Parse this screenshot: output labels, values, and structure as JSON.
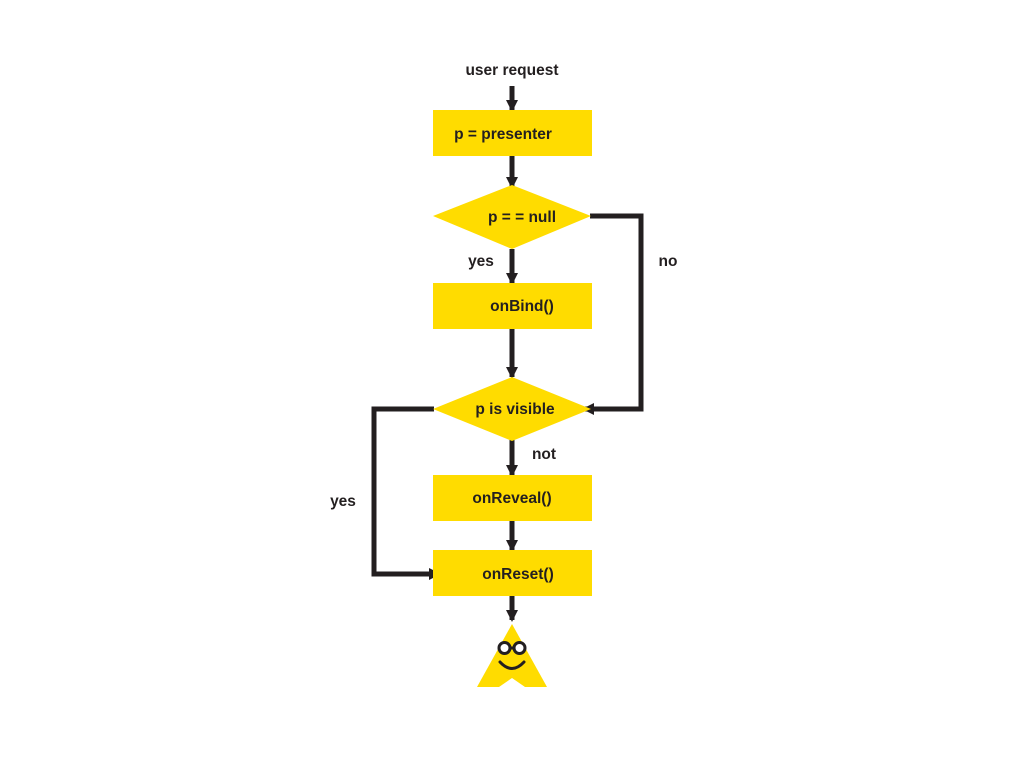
{
  "colors": {
    "fill": "#ffdc00",
    "stroke": "#231f20",
    "text": "#231f20",
    "background": "#ffffff"
  },
  "flow": {
    "start_label": "user request",
    "assign_presenter": "p = presenter",
    "null_check": "p = = null",
    "null_yes_label": "yes",
    "null_no_label": "no",
    "bind_step": "onBind()",
    "visible_check": "p is visible",
    "visible_not_label": "not",
    "visible_yes_label": "yes",
    "reveal_step": "onReveal()",
    "reset_step": "onReset()"
  },
  "end_icon": "yellow-triangle-mascot-icon"
}
